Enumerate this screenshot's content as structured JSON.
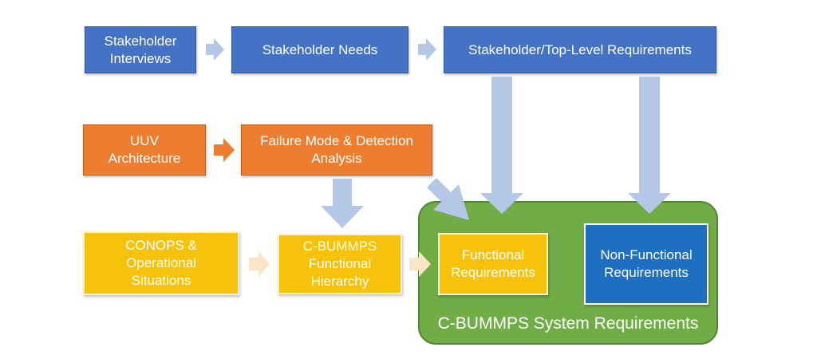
{
  "boxes": {
    "stakeholder_interviews": "Stakeholder\nInterviews",
    "stakeholder_needs": "Stakeholder Needs",
    "top_level_requirements": "Stakeholder/Top-Level Requirements",
    "uuv_architecture": "UUV\nArchitecture",
    "failure_mode_analysis": "Failure Mode & Detection\nAnalysis",
    "conops": "CONOPS &\nOperational\nSituations",
    "functional_hierarchy": "C-BUMMPS\nFunctional\nHierarchy",
    "functional_requirements": "Functional\nRequirements",
    "non_functional_requirements": "Non-Functional\nRequirements"
  },
  "group": {
    "label": "C-BUMMPS System Requirements"
  },
  "colors": {
    "blue": "#4472c4",
    "orange": "#ed7d31",
    "yellow": "#f7c20c",
    "green": "#70ad47",
    "dark_blue": "#1e6fc2",
    "arrow_blue": "#b4c7e7",
    "arrow_orange": "#ed7d31",
    "arrow_peach": "#fbe5c8"
  }
}
